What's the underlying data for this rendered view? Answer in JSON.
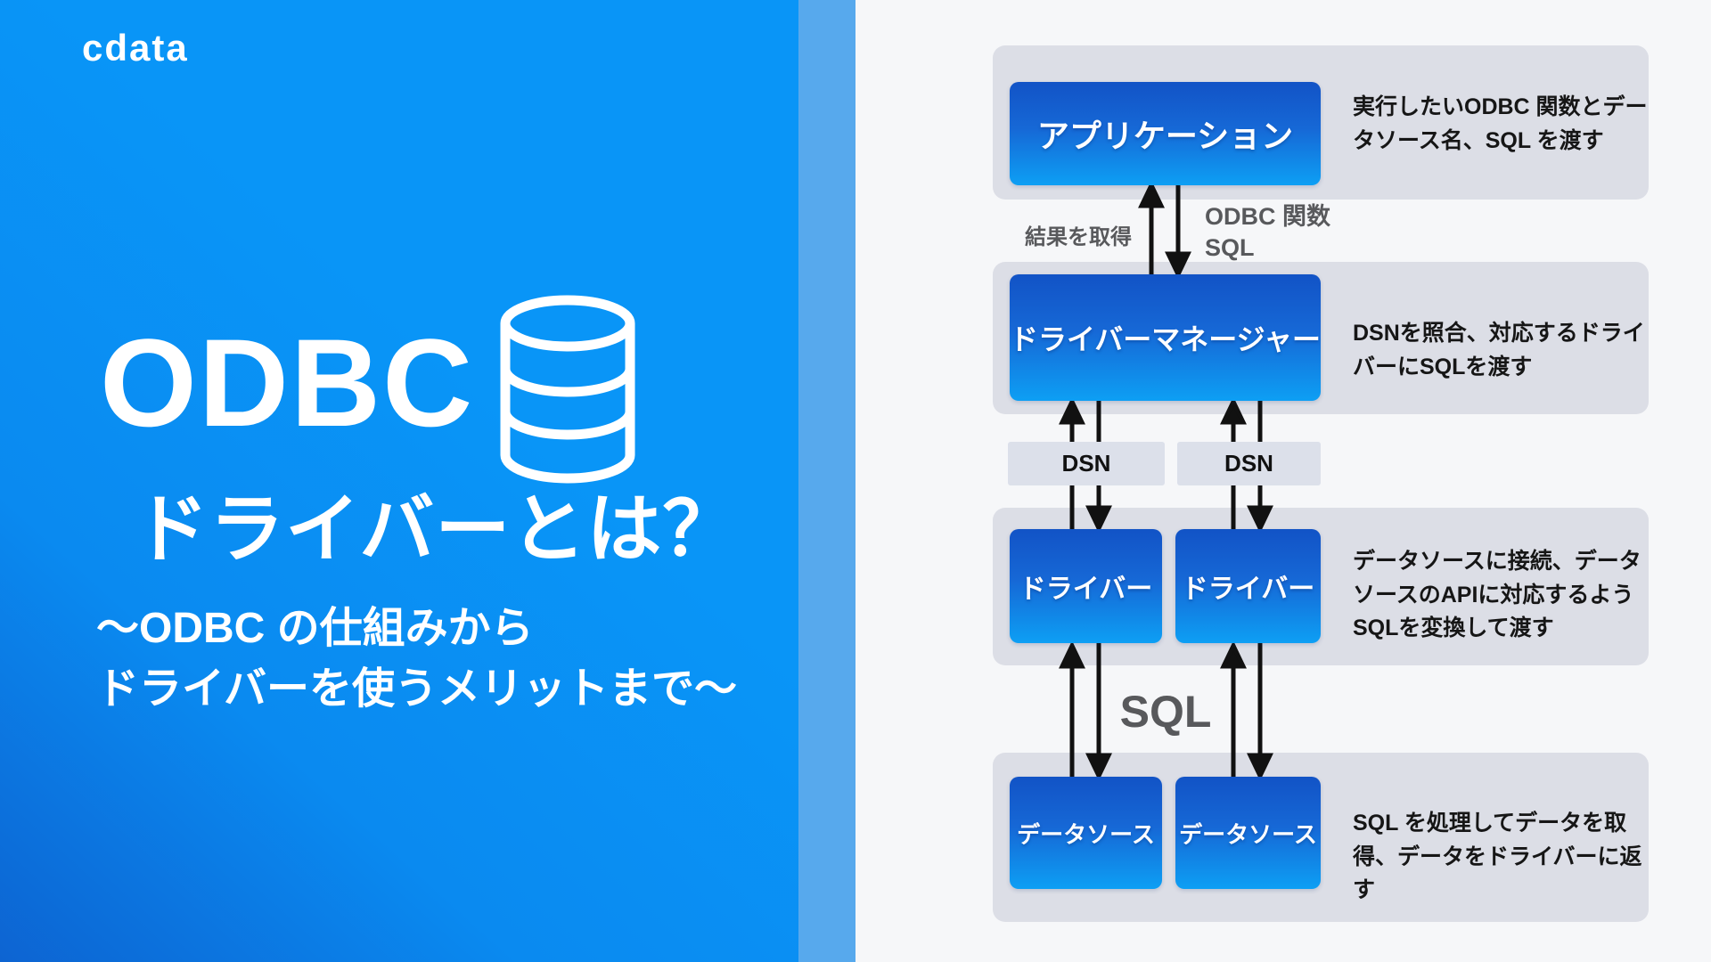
{
  "colors": {
    "hero_blue": "#0995f7",
    "hero_blue_dark": "#0d64d2",
    "stripe_blue": "#57a9ed",
    "canvas_bg": "#f6f7f9",
    "row_gray": "#dcdee6",
    "node_gradient_top": "#1253c6",
    "node_gradient_bottom": "#0d9ff4",
    "edge_label_gray": "#58595c",
    "arrow_black": "#111111",
    "text_white": "#ffffff"
  },
  "hero": {
    "logo": "cdata",
    "title": "ODBC",
    "subtitle": "ドライバーとは？",
    "tagline_line1": "〜ODBC の仕組みから",
    "tagline_line2": "ドライバーを使うメリットまで〜",
    "icon": "database-icon"
  },
  "diagram": {
    "nodes": {
      "application": {
        "label": "アプリケーション",
        "description": "実行したいODBC 関数とデータソース名、SQL を渡す"
      },
      "driver_manager": {
        "label": "ドライバーマネージャー",
        "description": "DSNを照合、対応するドライバーにSQLを渡す"
      },
      "driver": {
        "label": "ドライバー",
        "description": "データソースに接続、データソースのAPIに対応するようSQLを変換して渡す"
      },
      "data_source": {
        "label": "データソース",
        "description": "SQL を処理してデータを取得、データをドライバーに返す"
      },
      "dsn": {
        "label": "DSN"
      }
    },
    "edge_labels": {
      "result": "結果を取得",
      "odbc_fn_line1": "ODBC 関数",
      "odbc_fn_line2": "SQL",
      "sql": "SQL"
    }
  }
}
